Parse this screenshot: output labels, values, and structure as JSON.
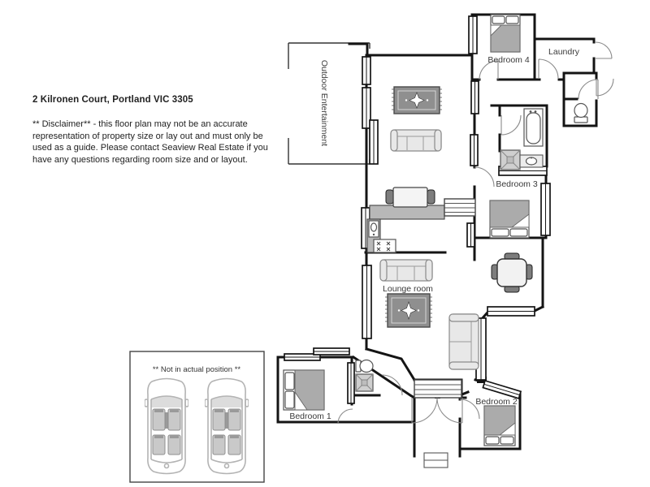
{
  "header": {
    "title": "2 Kilronen Court, Portland VIC 3305",
    "disclaimer": "** Disclaimer** - this floor plan may not be an accurate representation of property size or lay out  and must only be used as a guide. Please contact Seaview Real Estate if you have any questions regarding room size and or layout."
  },
  "labels": {
    "outdoor": "Outdoor Entertainment",
    "bedroom4": "Bedroom 4",
    "laundry": "Laundry",
    "bedroom3": "Bedroom 3",
    "lounge": "Lounge room",
    "bedroom1": "Bedroom 1",
    "bedroom2": "Bedroom 2",
    "garage_note": "** Not in actual position **"
  },
  "colors": {
    "wall": "#141414",
    "blanket_gray": "#ababab",
    "rug_gray": "#8f8f8f",
    "sofa_gray": "#e8e8e8",
    "counter_gray": "#b8b8b8",
    "car_outline": "#b3b3b3"
  }
}
